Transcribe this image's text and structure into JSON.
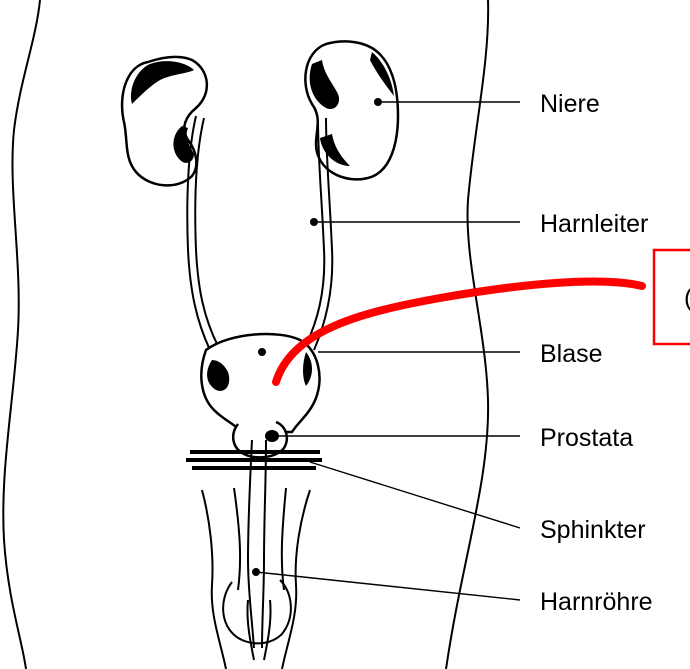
{
  "labels": {
    "niere": "Niere",
    "harnleiter": "Harnleiter",
    "blase": "Blase",
    "prostata": "Prostata",
    "sphinkter": "Sphinkter",
    "harnroehre": "Harnröhre"
  },
  "callout_text": "(",
  "colors": {
    "outline": "#000000",
    "callout_arrow": "#ff0000",
    "background": "#ffffff"
  }
}
